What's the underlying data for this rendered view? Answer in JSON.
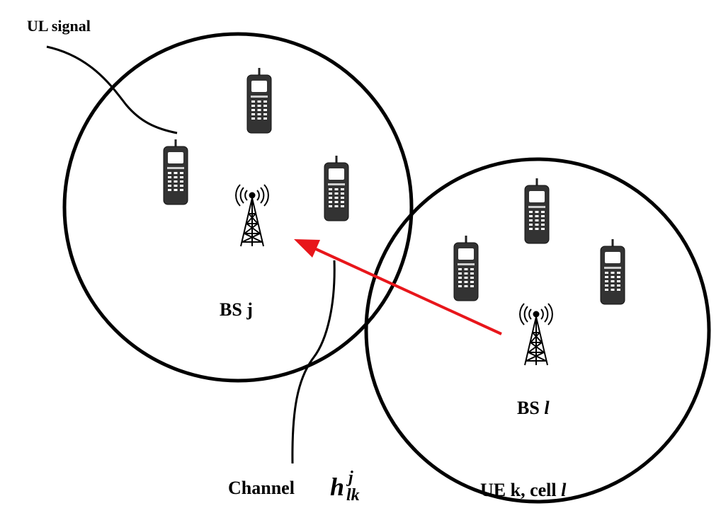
{
  "labels": {
    "ul_signal": "UL signal",
    "bs_j_prefix": "BS j",
    "bs_l_prefix": "BS ",
    "bs_l_var": "l",
    "channel": "Channel",
    "channel_symbol": "h",
    "channel_sup": "j",
    "channel_sub": "lk",
    "ue_prefix": "UE k, cell ",
    "ue_var": "l"
  },
  "colors": {
    "arrow": "#e8161b",
    "stroke": "#000000",
    "phone_body": "#3a3a3a"
  },
  "icons": [
    "cell-phone-icon",
    "base-station-tower-icon",
    "signal-arrow-icon"
  ]
}
